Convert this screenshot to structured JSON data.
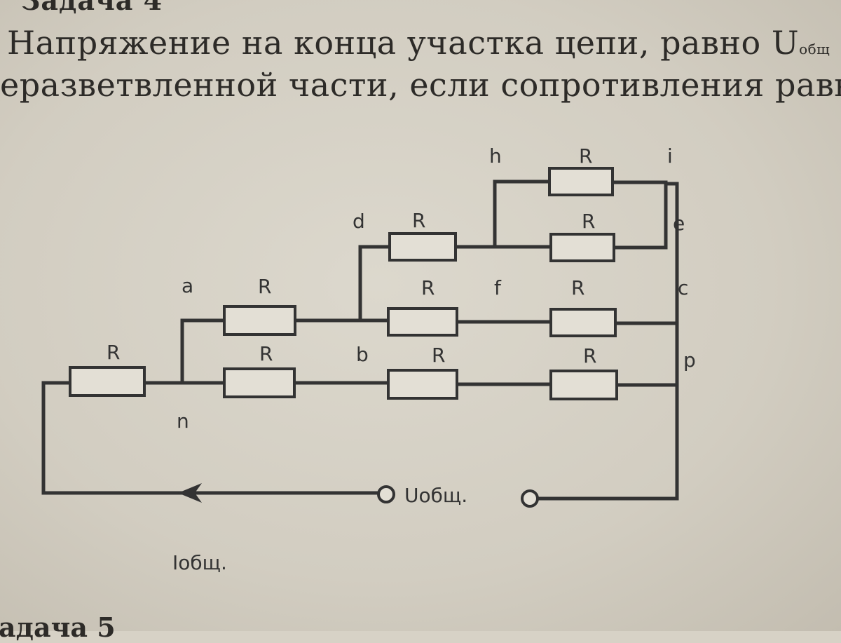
{
  "header": {
    "task_title": "Задача 4"
  },
  "problem": {
    "line1_text": "Напряжение на конца участка цепи, равно U",
    "line1_sub": "общ",
    "line2_text": "еразветвленной части, если сопротивления равн"
  },
  "footer": {
    "next_task_title": "адача 5"
  },
  "circuit": {
    "resistor_label": "R",
    "nodes": {
      "a": "a",
      "b": "b",
      "c": "c",
      "d": "d",
      "e": "e",
      "f": "f",
      "h": "h",
      "i": "i",
      "n": "n",
      "p": "p"
    },
    "voltage_label": "Uобщ.",
    "current_label": "Iобщ."
  }
}
